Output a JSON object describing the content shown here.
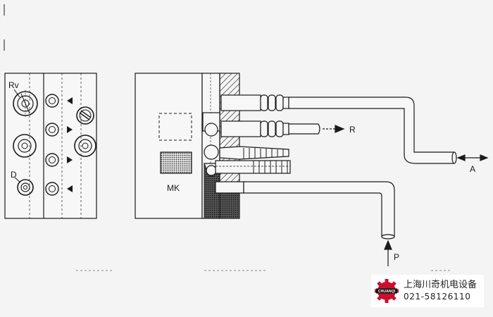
{
  "labels": {
    "rv": "Rv",
    "d": "D",
    "mk": "MK",
    "r": "R",
    "a": "A",
    "p": "P"
  },
  "watermark": {
    "logo_text": "CHUANQI",
    "company": "上海川奇机电设备",
    "phone": "021-58126110"
  },
  "colors": {
    "line": "#1a1a1a",
    "background": "#f4f4f4",
    "logo_red": "#c8102e"
  }
}
